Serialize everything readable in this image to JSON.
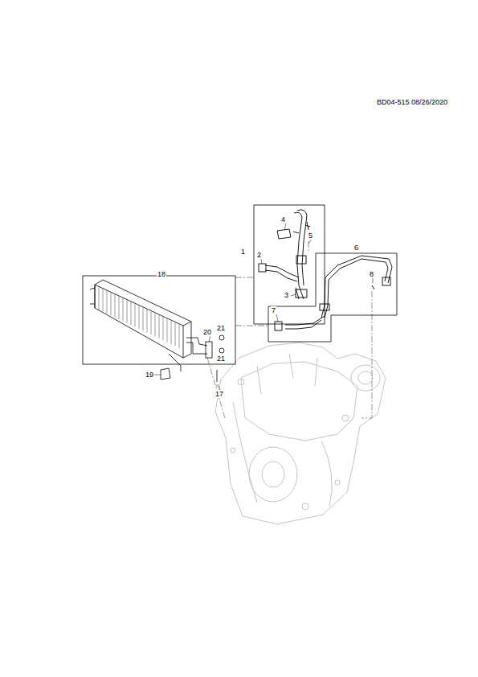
{
  "diagram": {
    "nodes": [
      {
        "text": [
          "18"
        ]
      },
      {
        "text": [
          "1"
        ]
      },
      {
        "text": [
          "6"
        ]
      }
    ],
    "edges": [
      {
        "from": 0,
        "to": 1,
        "arrow": "none"
      },
      {
        "from": 0,
        "to": 2,
        "arrow": "none"
      }
    ],
    "labels": [
      "BD04-515 08/26/2020",
      "4",
      "5",
      "2",
      "3",
      "8",
      "7",
      "20",
      "21",
      "21",
      "19",
      "17"
    ]
  }
}
